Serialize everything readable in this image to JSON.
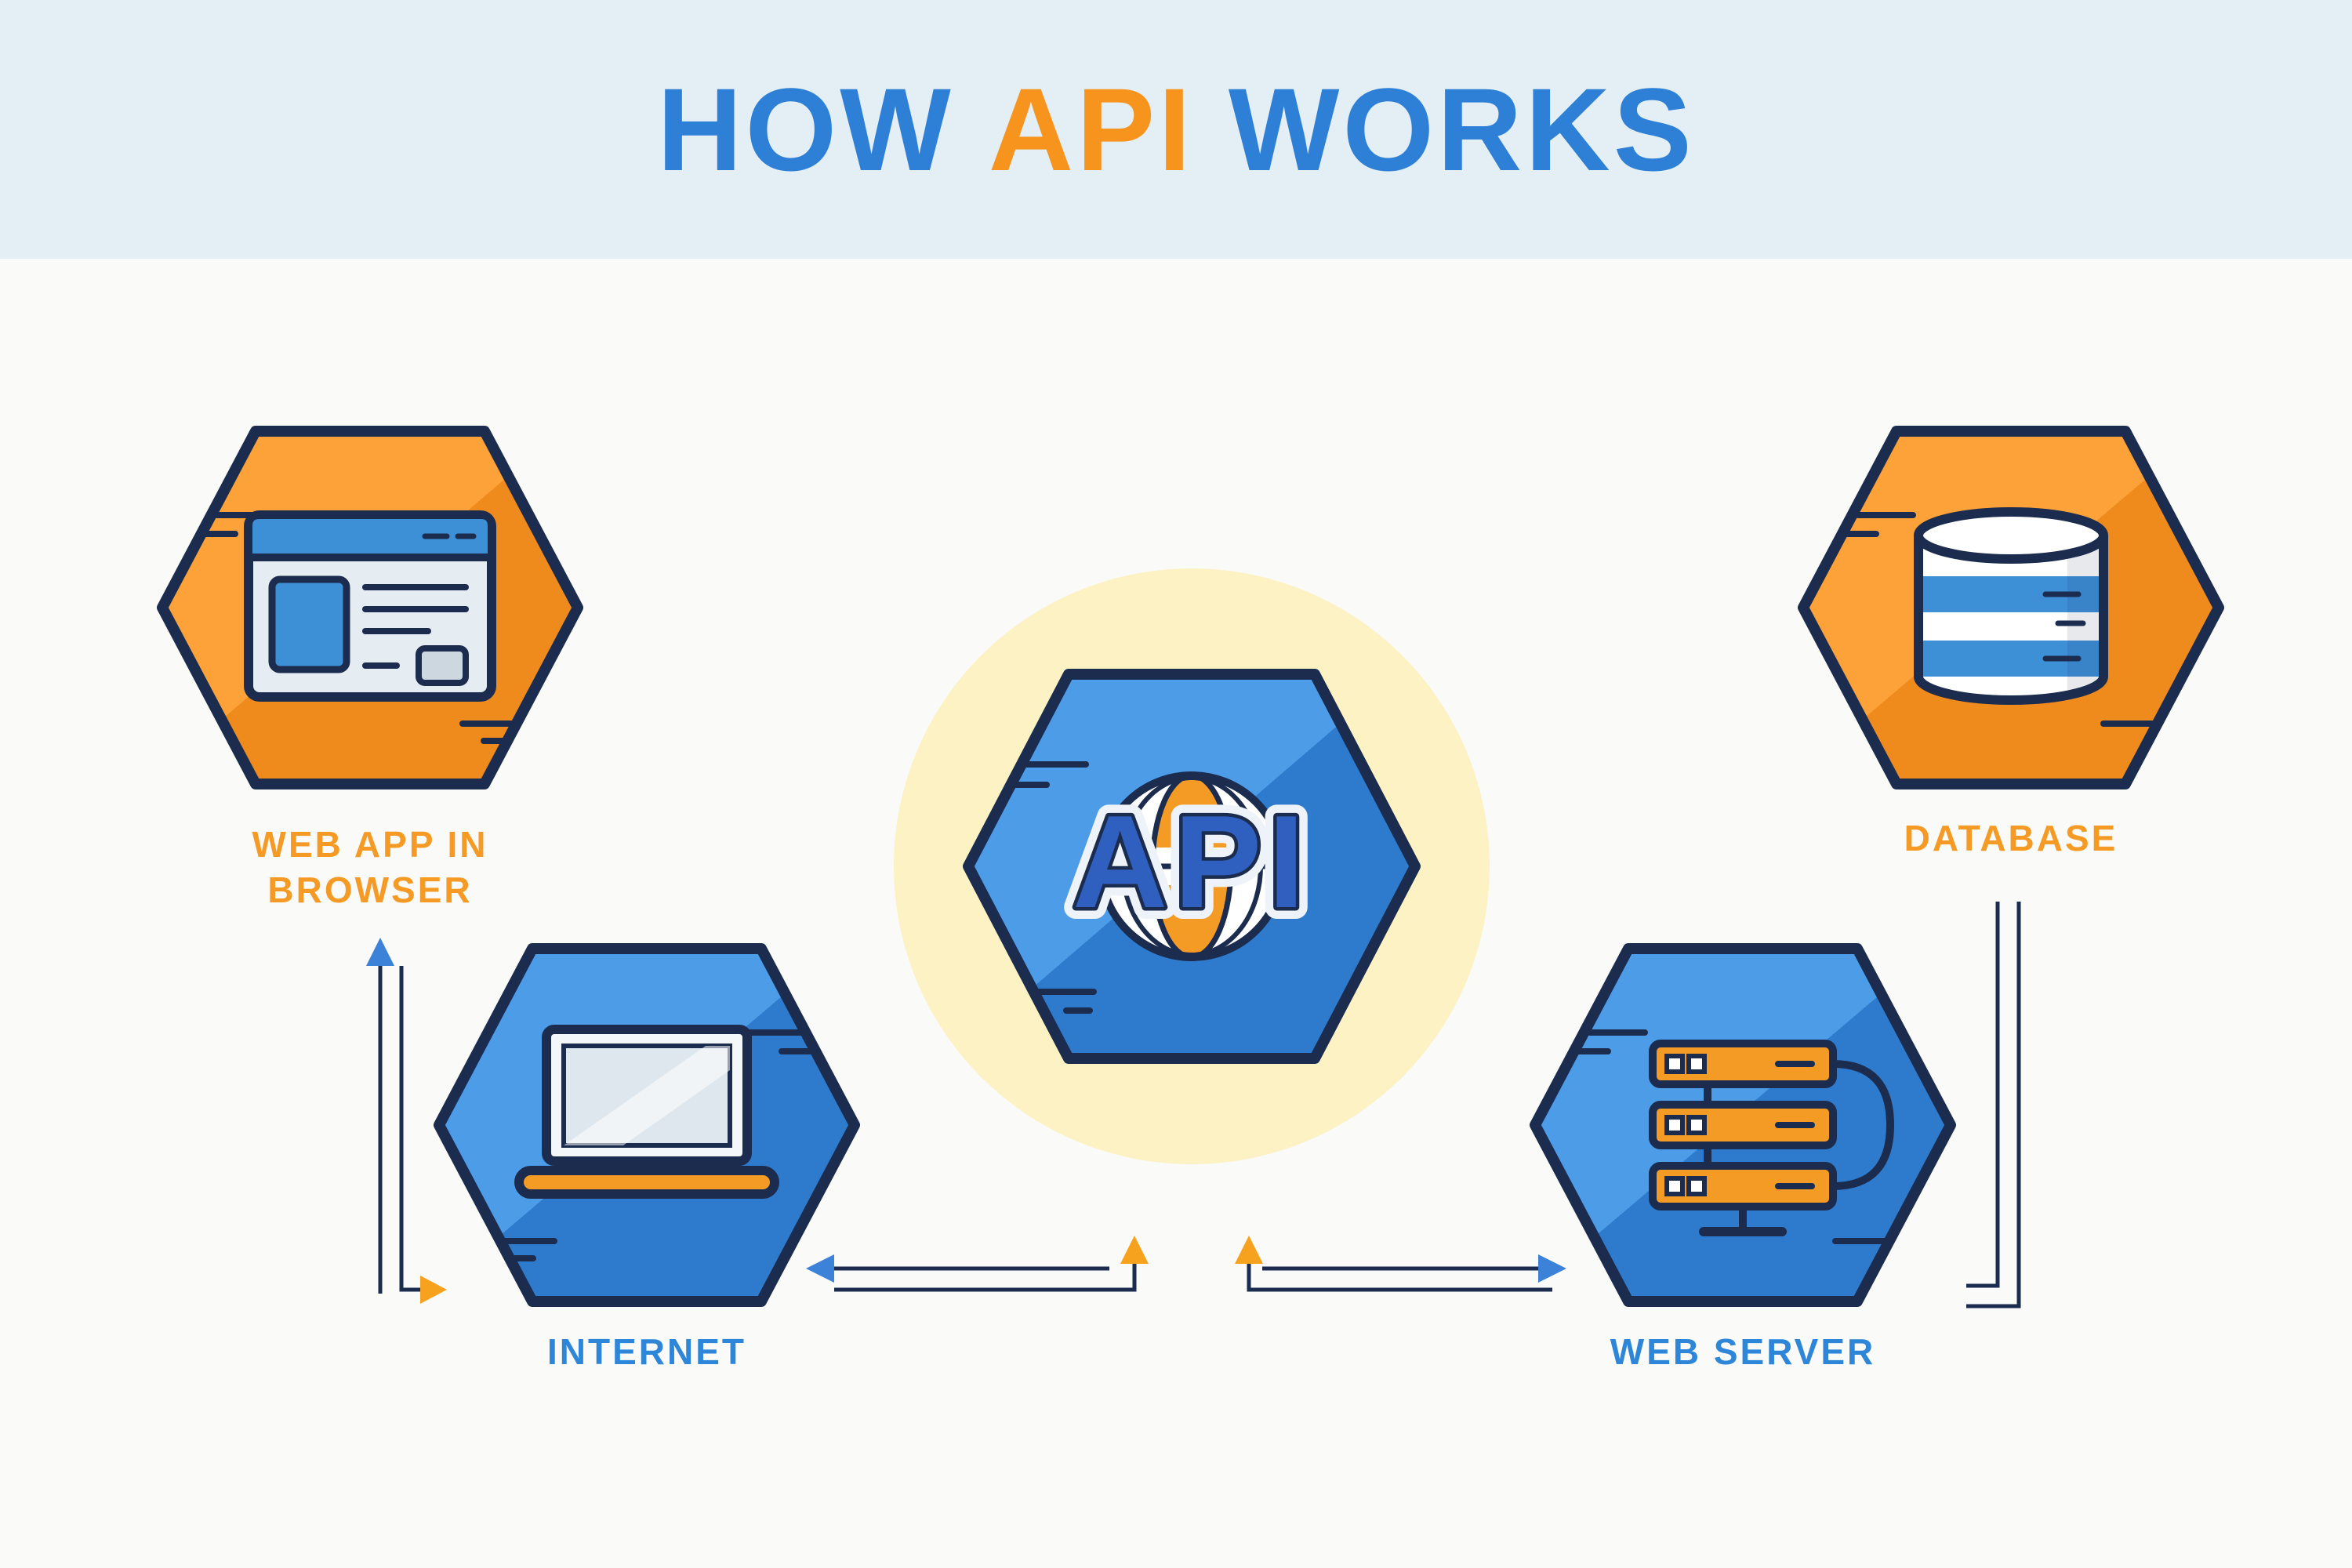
{
  "title": {
    "word1": "HOW",
    "word2": "API",
    "word3": "WORKS"
  },
  "nodes": {
    "webapp": {
      "label_line1": "WEB APP IN",
      "label_line2": "BROWSER",
      "icon": "browser-window-icon",
      "shape": "hexagon",
      "color": "orange"
    },
    "internet": {
      "label": "INTERNET",
      "icon": "laptop-icon",
      "shape": "hexagon",
      "color": "blue"
    },
    "api": {
      "label": "API",
      "icon": "globe-icon",
      "shape": "hexagon-in-yellow-circle",
      "color": "blue"
    },
    "webserver": {
      "label": "WEB SERVER",
      "icon": "server-rack-icon",
      "shape": "hexagon",
      "color": "blue"
    },
    "database": {
      "label": "DATABASE",
      "icon": "database-cylinder-icon",
      "shape": "hexagon",
      "color": "orange"
    }
  },
  "connections": [
    {
      "from": "webapp",
      "to": "internet",
      "line": "double",
      "arrowheads": [
        "blue-up",
        "orange-right"
      ]
    },
    {
      "from": "internet",
      "to": "api",
      "line": "double",
      "arrowheads": [
        "blue-left",
        "orange-up"
      ]
    },
    {
      "from": "api",
      "to": "webserver",
      "line": "double",
      "arrowheads": [
        "orange-up",
        "blue-right"
      ]
    },
    {
      "from": "webserver",
      "to": "database",
      "line": "double",
      "arrowheads": []
    }
  ],
  "colors": {
    "page-bg": "#fafaf8",
    "header-bg": "#e3eff5",
    "blue": "#2e7fd6",
    "orange": "#f6941d",
    "navy": "#1b2c4f",
    "label-orange": "#f49a25",
    "label-blue": "#2e86d8",
    "hex-orange-light": "#fda239",
    "hex-orange-dark": "#ef8a1d",
    "hex-blue-light": "#4d9ce8",
    "hex-blue-dark": "#2e7bcd",
    "circle-yellow": "#fcf2c4",
    "icon-blue": "#3d8fd6",
    "icon-orange": "#f49b26",
    "arrow-blue": "#3b82d8",
    "arrow-orange": "#f6a21f",
    "api-text": "#3060bf"
  }
}
